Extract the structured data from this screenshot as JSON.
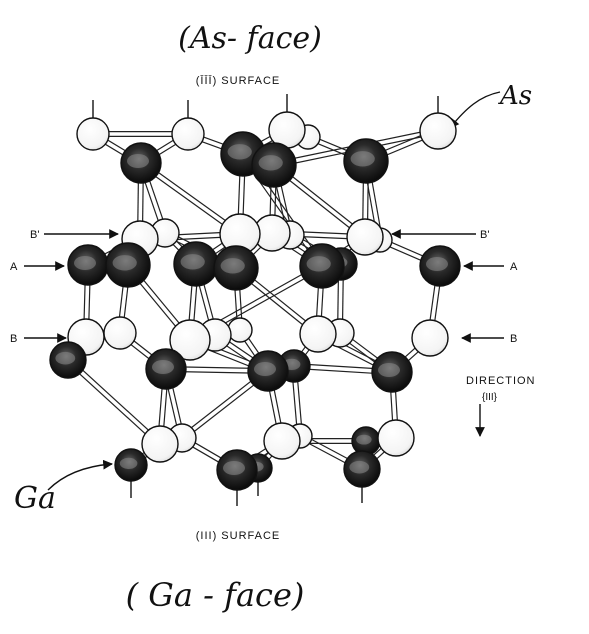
{
  "top_caption": "(As- face)",
  "top_surface_label": "(ĪĪĪ) SURFACE",
  "bottom_surface_label": "(III) SURFACE",
  "bottom_caption": "( Ga - face)",
  "as_label": "As",
  "ga_label": "Ga",
  "plane_labels": {
    "b_prime_left": "B'",
    "b_prime_right": "B'",
    "a_left": "A",
    "a_right": "A",
    "b_left": "B",
    "b_right": "B"
  },
  "direction": {
    "label": "DIRECTION",
    "index": "{III}"
  },
  "colors": {
    "ink": "#111111",
    "as_atom": "#ffffff",
    "ga_atom": "#151515",
    "ga_highlight": "#8a8a8a"
  }
}
